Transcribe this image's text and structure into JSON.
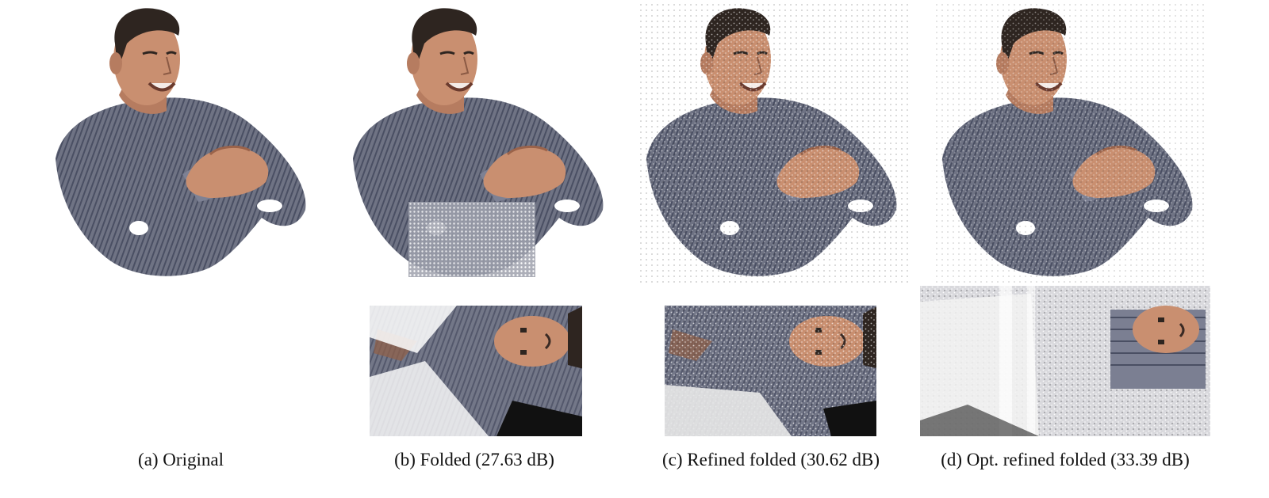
{
  "figure": {
    "panels": [
      {
        "id": "a",
        "caption": "(a) Original",
        "has_map": false
      },
      {
        "id": "b",
        "caption": "(b) Folded (27.63 dB)",
        "has_map": true
      },
      {
        "id": "c",
        "caption": "(c) Refined folded (30.62 dB)",
        "has_map": true
      },
      {
        "id": "d",
        "caption": "(d) Opt. refined folded (33.39 dB)",
        "has_map": true
      }
    ]
  },
  "colors": {
    "shirt": "#6f7384",
    "shirt_stripe": "#4a4f63",
    "skin": "#c98f70",
    "hair": "#2e2520",
    "background": "#ffffff"
  }
}
